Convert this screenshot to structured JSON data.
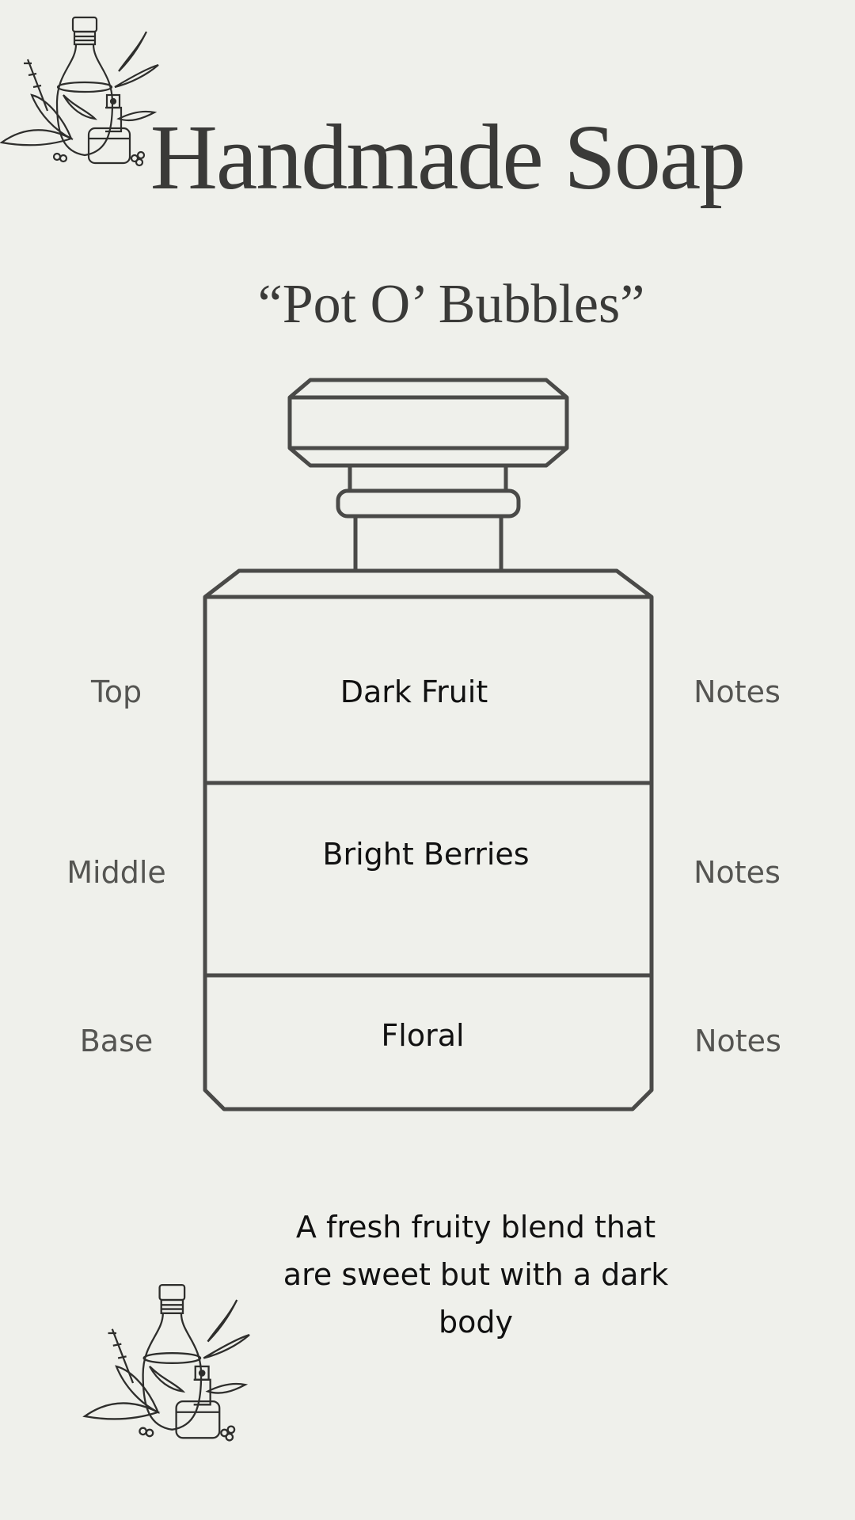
{
  "header": {
    "title": "Handmade Soap",
    "subtitle": "“Pot O’ Bubbles”"
  },
  "notes": [
    {
      "label": "Top",
      "value": "Dark Fruit",
      "suffix": "Notes"
    },
    {
      "label": "Middle",
      "value": "Bright Berries",
      "suffix": "Notes"
    },
    {
      "label": "Base",
      "value": "Floral",
      "suffix": "Notes"
    }
  ],
  "description": "A fresh fruity blend that are sweet but with a dark body",
  "colors": {
    "background": "#eff0eb",
    "ink": "#4a4a48",
    "title": "#3a3a38"
  },
  "icons": [
    "botanical-bottle-illustration",
    "perfume-bottle-outline"
  ]
}
